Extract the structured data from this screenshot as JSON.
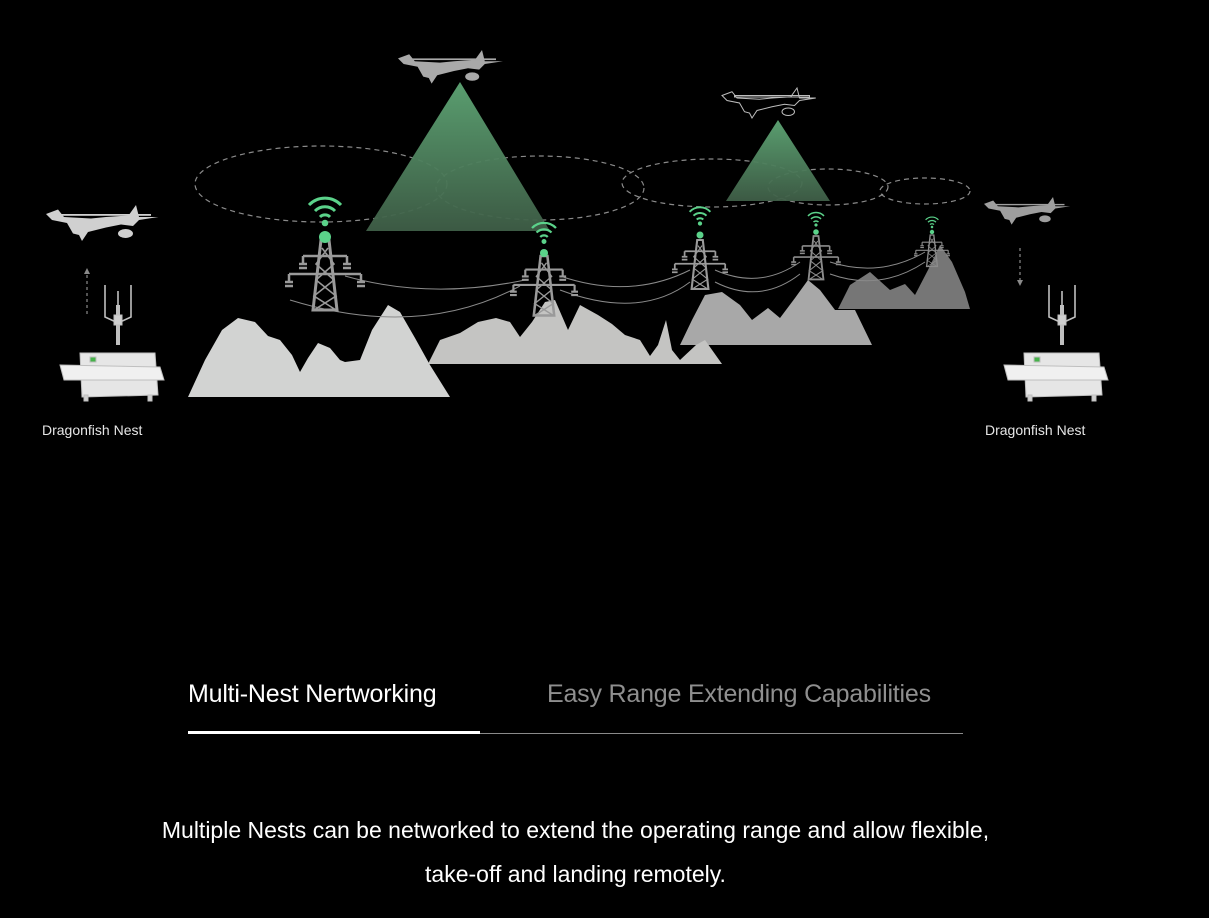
{
  "illustration": {
    "labels": {
      "left_nest": "Dragonfish Nest",
      "right_nest": "Dragonfish Nest"
    },
    "icons": [
      "drone-icon",
      "nest-icon",
      "transmission-tower-icon",
      "wifi-signal-icon",
      "mountain-icon",
      "coverage-cone-icon"
    ],
    "colors": {
      "signal_green": "#5bd28a",
      "cone_green_top": "#5ea675",
      "cone_green_bottom": "#3f5e47",
      "mountain_front": "#d2d3d2",
      "mountain_mid": "#c4c4c2",
      "mountain_far": "#a8a8a8",
      "mountain_farthest": "#767676",
      "tower_gray": "#9a9a9a",
      "drone_gray": "#cfcfcf",
      "nest_screen": "#46b24a"
    }
  },
  "tabs": {
    "items": [
      {
        "label": "Multi-Nest Nertworking",
        "active": true
      },
      {
        "label": "Easy Range Extending Capabilities",
        "active": false
      }
    ]
  },
  "description": {
    "line1": "Multiple Nests can be networked to extend the operating range and allow flexible,",
    "line2": "take-off and landing remotely."
  }
}
